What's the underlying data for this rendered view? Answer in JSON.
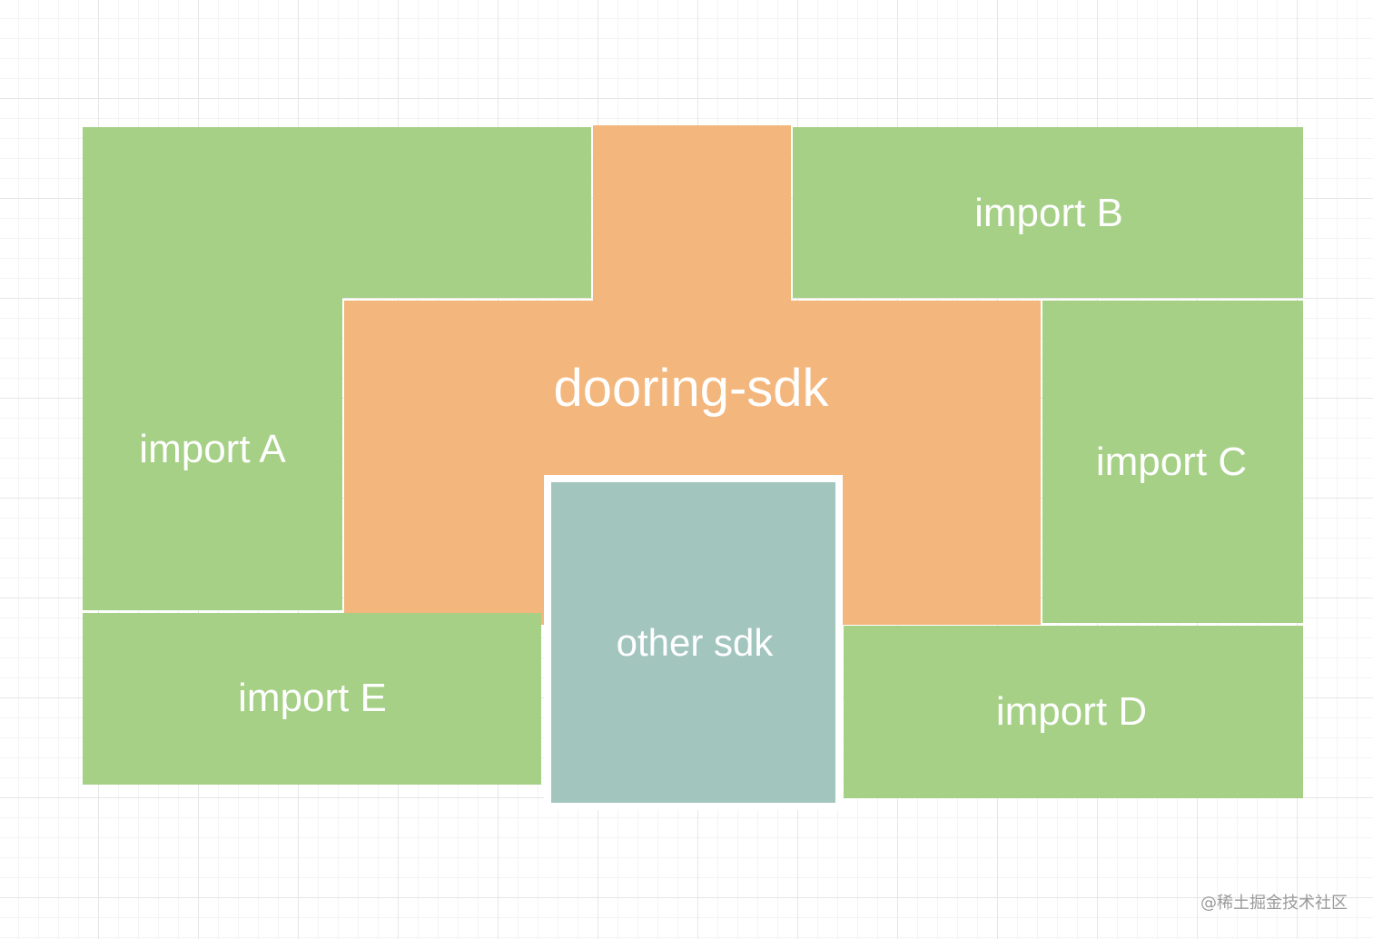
{
  "diagram": {
    "blocks": {
      "import_a": "import A",
      "import_b": "import B",
      "import_c": "import C",
      "import_d": "import D",
      "import_e": "import E",
      "dooring_sdk": "dooring-sdk",
      "other_sdk": "other sdk"
    },
    "colors": {
      "import_block": "#a5d086",
      "dooring_sdk": "#f3b67c",
      "other_sdk": "#a2c5bd",
      "text": "#ffffff"
    }
  },
  "watermark": "@稀土掘金技术社区"
}
